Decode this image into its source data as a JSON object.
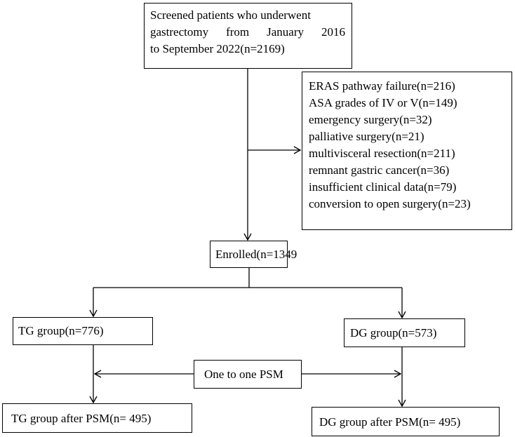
{
  "screened": {
    "line1": "Screened patients who underwent",
    "line2_words": [
      "gastrectomy",
      "from",
      "January",
      "2016"
    ],
    "line3": "to September 2022(n=2169)"
  },
  "exclusions": [
    "ERAS pathway failure(n=216)",
    "ASA grades of IV or V(n=149)",
    "emergency surgery(n=32)",
    "palliative surgery(n=21)",
    "multivisceral resection(n=211)",
    "remnant gastric cancer(n=36)",
    "insufficient clinical data(n=79)",
    "conversion to open surgery(n=23)"
  ],
  "enrolled": "Enrolled(n=1349",
  "tg_group": "TG group(n=776)",
  "dg_group": "DG group(n=573)",
  "psm": "One to one PSM",
  "tg_after": "TG group after PSM(n= 495)",
  "dg_after": "DG group after PSM(n= 495)"
}
